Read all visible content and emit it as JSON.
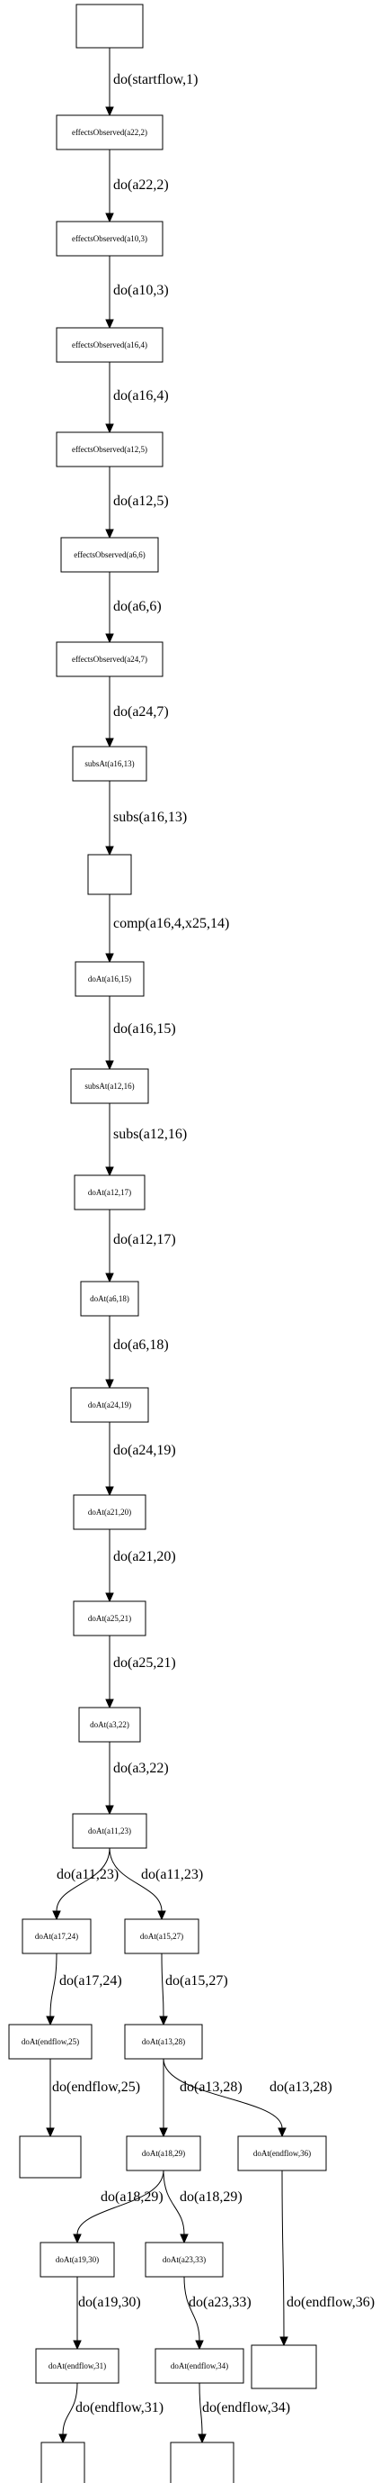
{
  "nodes": [
    {
      "id": "n0",
      "label": ""
    },
    {
      "id": "n1",
      "label": "effectsObserved(a22,2)"
    },
    {
      "id": "n2",
      "label": "effectsObserved(a10,3)"
    },
    {
      "id": "n3",
      "label": "effectsObserved(a16,4)"
    },
    {
      "id": "n4",
      "label": "effectsObserved(a12,5)"
    },
    {
      "id": "n5",
      "label": "effectsObserved(a6,6)"
    },
    {
      "id": "n6",
      "label": "effectsObserved(a24,7)"
    },
    {
      "id": "n7",
      "label": "subsAt(a16,13)"
    },
    {
      "id": "n8",
      "label": ""
    },
    {
      "id": "n9",
      "label": "doAt(a16,15)"
    },
    {
      "id": "n10",
      "label": "subsAt(a12,16)"
    },
    {
      "id": "n11",
      "label": "doAt(a12,17)"
    },
    {
      "id": "n12",
      "label": "doAt(a6,18)"
    },
    {
      "id": "n13",
      "label": "doAt(a24,19)"
    },
    {
      "id": "n14",
      "label": "doAt(a21,20)"
    },
    {
      "id": "n15",
      "label": "doAt(a25,21)"
    },
    {
      "id": "n16",
      "label": "doAt(a3,22)"
    },
    {
      "id": "n17",
      "label": "doAt(a11,23)"
    },
    {
      "id": "n18",
      "label": "doAt(a17,24)"
    },
    {
      "id": "n19",
      "label": "doAt(a15,27)"
    },
    {
      "id": "n20",
      "label": "doAt(endflow,25)"
    },
    {
      "id": "n21",
      "label": "doAt(a13,28)"
    },
    {
      "id": "n22",
      "label": ""
    },
    {
      "id": "n23",
      "label": "doAt(a18,29)"
    },
    {
      "id": "n24",
      "label": "doAt(endflow,36)"
    },
    {
      "id": "n25",
      "label": "doAt(a19,30)"
    },
    {
      "id": "n26",
      "label": "doAt(a23,33)"
    },
    {
      "id": "n27",
      "label": ""
    },
    {
      "id": "n28",
      "label": "doAt(endflow,31)"
    },
    {
      "id": "n29",
      "label": "doAt(endflow,34)"
    },
    {
      "id": "n30",
      "label": ""
    },
    {
      "id": "n31",
      "label": ""
    }
  ],
  "edges": [
    {
      "id": "e0",
      "from": "n0",
      "to": "n1",
      "label": "do(startflow,1)"
    },
    {
      "id": "e1",
      "from": "n1",
      "to": "n2",
      "label": "do(a22,2)"
    },
    {
      "id": "e2",
      "from": "n2",
      "to": "n3",
      "label": "do(a10,3)"
    },
    {
      "id": "e3",
      "from": "n3",
      "to": "n4",
      "label": "do(a16,4)"
    },
    {
      "id": "e4",
      "from": "n4",
      "to": "n5",
      "label": "do(a12,5)"
    },
    {
      "id": "e5",
      "from": "n5",
      "to": "n6",
      "label": "do(a6,6)"
    },
    {
      "id": "e6",
      "from": "n6",
      "to": "n7",
      "label": "do(a24,7)"
    },
    {
      "id": "e7",
      "from": "n7",
      "to": "n8",
      "label": "subs(a16,13)"
    },
    {
      "id": "e8",
      "from": "n8",
      "to": "n9",
      "label": "comp(a16,4,x25,14)"
    },
    {
      "id": "e9",
      "from": "n9",
      "to": "n10",
      "label": "do(a16,15)"
    },
    {
      "id": "e10",
      "from": "n10",
      "to": "n11",
      "label": "subs(a12,16)"
    },
    {
      "id": "e11",
      "from": "n11",
      "to": "n12",
      "label": "do(a12,17)"
    },
    {
      "id": "e12",
      "from": "n12",
      "to": "n13",
      "label": "do(a6,18)"
    },
    {
      "id": "e13",
      "from": "n13",
      "to": "n14",
      "label": "do(a24,19)"
    },
    {
      "id": "e14",
      "from": "n14",
      "to": "n15",
      "label": "do(a21,20)"
    },
    {
      "id": "e15",
      "from": "n15",
      "to": "n16",
      "label": "do(a25,21)"
    },
    {
      "id": "e16",
      "from": "n16",
      "to": "n17",
      "label": "do(a3,22)"
    },
    {
      "id": "e17",
      "from": "n17",
      "to": "n18",
      "label": "do(a11,23)"
    },
    {
      "id": "e18",
      "from": "n17",
      "to": "n19",
      "label": "do(a11,23)"
    },
    {
      "id": "e19",
      "from": "n18",
      "to": "n20",
      "label": "do(a17,24)"
    },
    {
      "id": "e20",
      "from": "n19",
      "to": "n21",
      "label": "do(a15,27)"
    },
    {
      "id": "e21",
      "from": "n20",
      "to": "n22",
      "label": "do(endflow,25)"
    },
    {
      "id": "e22",
      "from": "n21",
      "to": "n23",
      "label": "do(a13,28)"
    },
    {
      "id": "e23",
      "from": "n21",
      "to": "n24",
      "label": "do(a13,28)"
    },
    {
      "id": "e24",
      "from": "n23",
      "to": "n25",
      "label": "do(a18,29)"
    },
    {
      "id": "e25",
      "from": "n23",
      "to": "n26",
      "label": "do(a18,29)"
    },
    {
      "id": "e26",
      "from": "n24",
      "to": "n27",
      "label": "do(endflow,36)"
    },
    {
      "id": "e27",
      "from": "n25",
      "to": "n28",
      "label": "do(a19,30)"
    },
    {
      "id": "e28",
      "from": "n26",
      "to": "n29",
      "label": "do(a23,33)"
    },
    {
      "id": "e29",
      "from": "n28",
      "to": "n30",
      "label": "do(endflow,31)"
    },
    {
      "id": "e30",
      "from": "n29",
      "to": "n31",
      "label": "do(endflow,34)"
    }
  ]
}
